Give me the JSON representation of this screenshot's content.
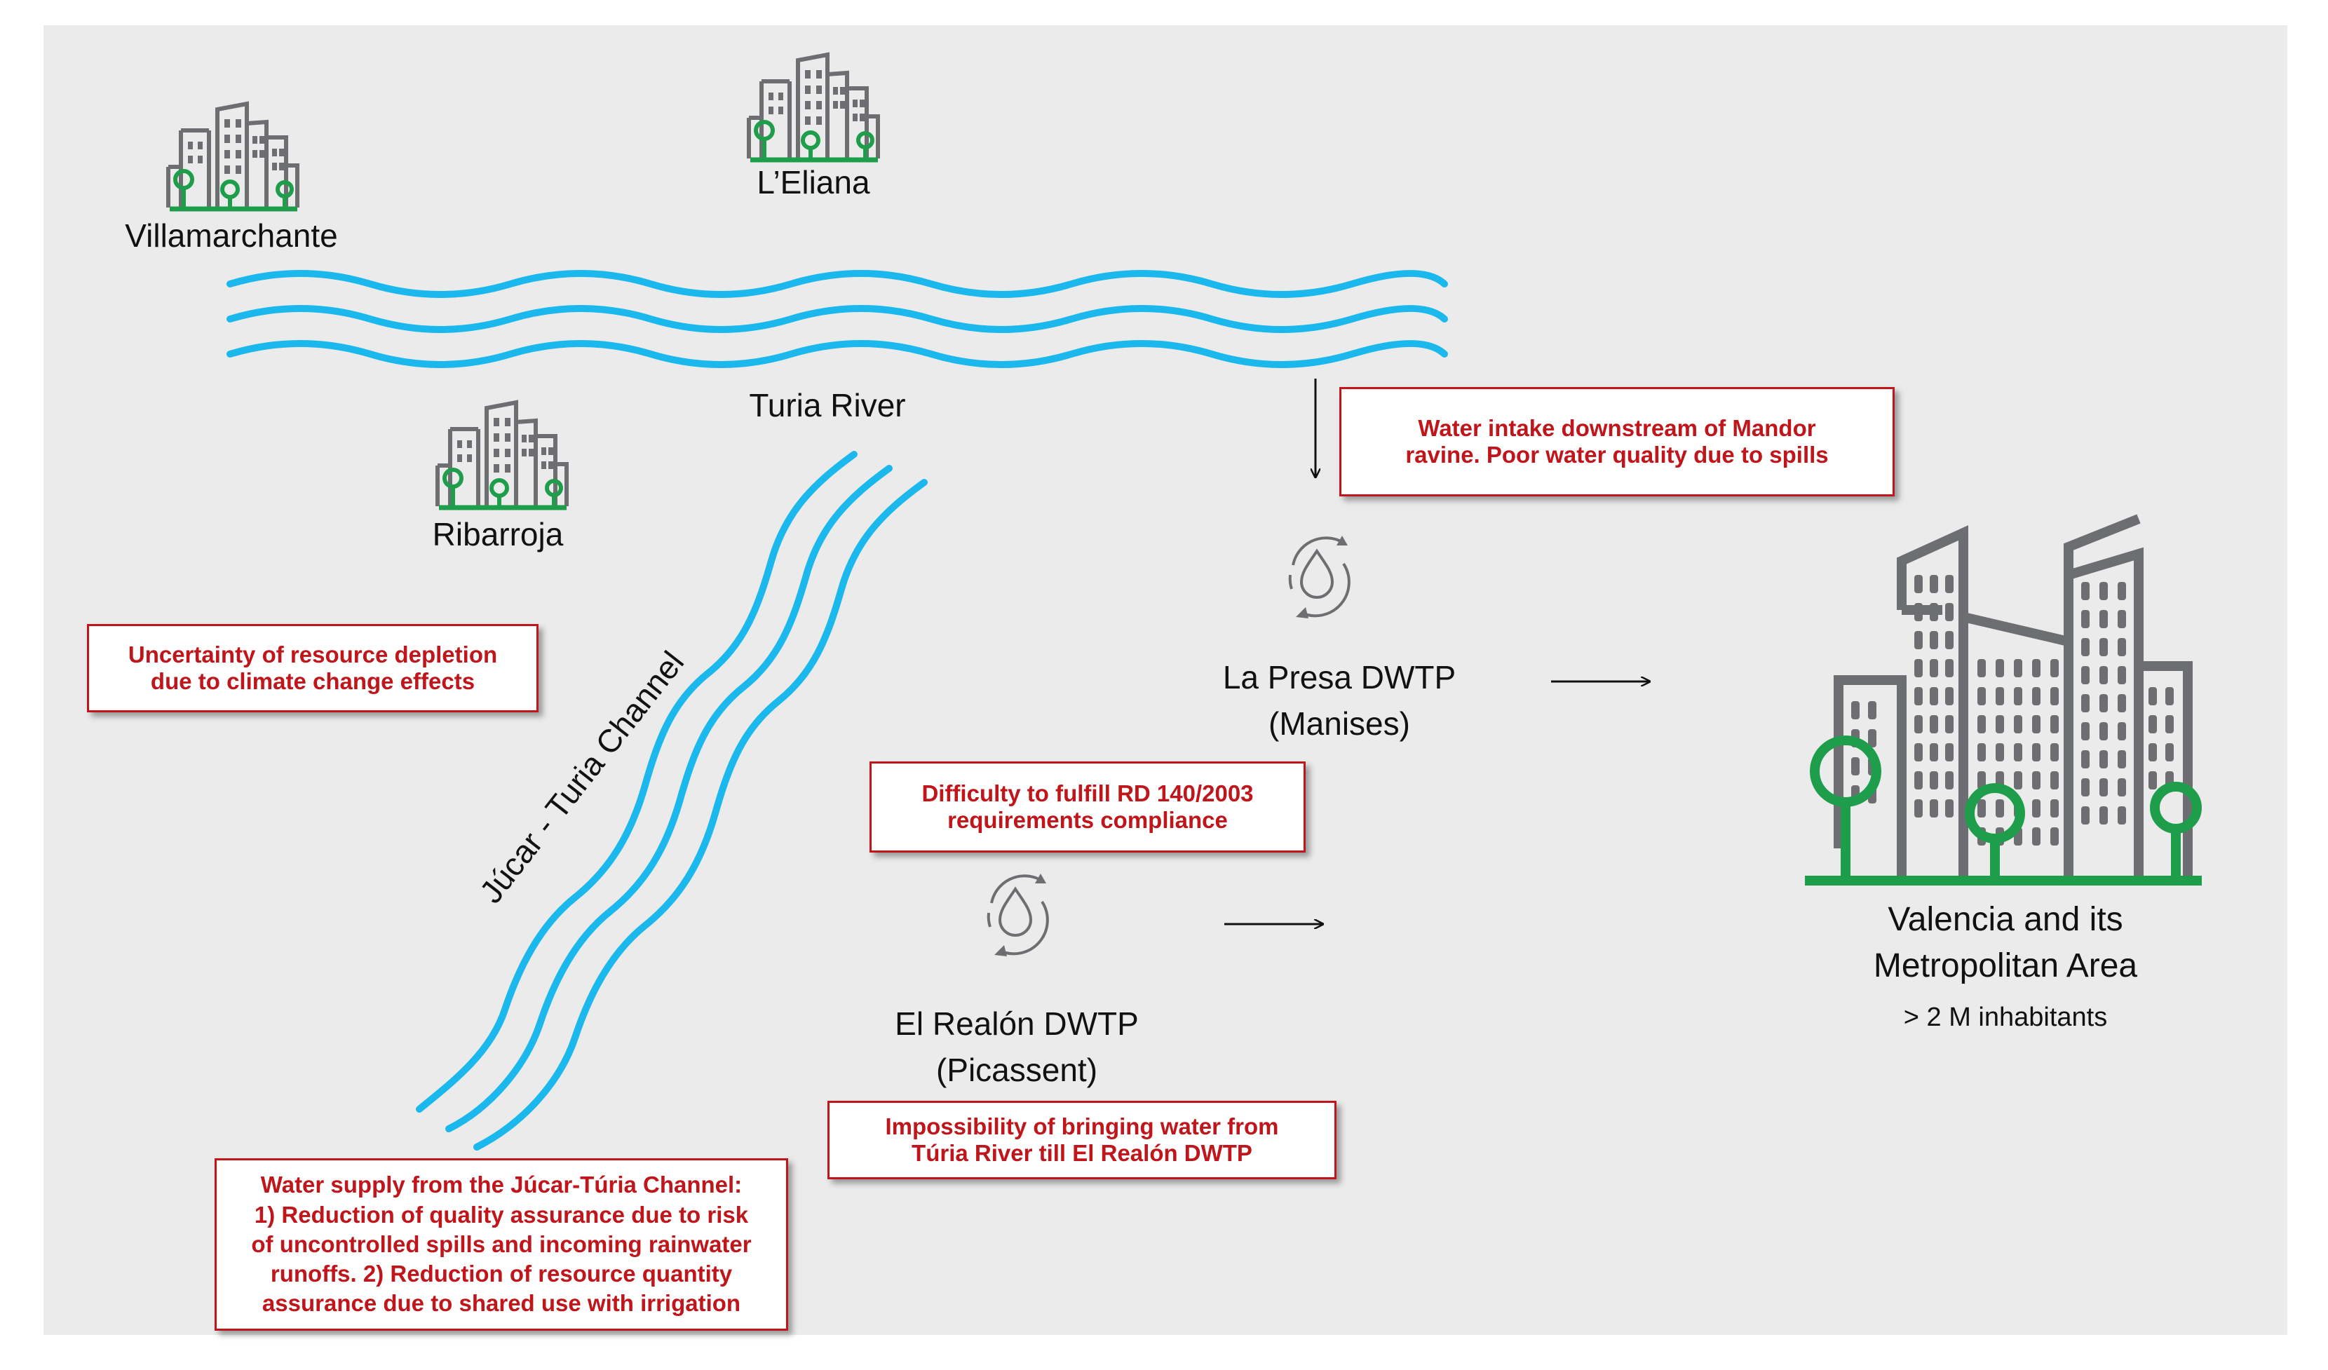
{
  "places": {
    "villamarchante": "Villamarchante",
    "leliana": "L’Eliana",
    "ribarroja": "Ribarroja",
    "valencia_line1": "Valencia and its",
    "valencia_line2": "Metropolitan Area",
    "valencia_population": "> 2 M inhabitants"
  },
  "water_bodies": {
    "turia_river": "Turia River",
    "jucar_turia_channel": "Júcar - Turia Channel"
  },
  "plants": {
    "la_presa_name": "La Presa DWTP",
    "la_presa_location": "(Manises)",
    "el_realon_name": "El Realón DWTP",
    "el_realon_location": "(Picassent)"
  },
  "issues": {
    "intake": "Water intake downstream of Mandor\nravine. Poor water quality due to spills",
    "climate": "Uncertainty of resource depletion\ndue to climate change effects",
    "rd_compliance": "Difficulty to fulfill RD 140/2003\nrequirements compliance",
    "impossibility": "Impossibility of bringing water from\nTúria River till El Realón DWTP",
    "channel_supply": "Water supply from the Júcar-Túria Channel:\n1) Reduction of quality assurance due to risk\nof uncontrolled spills and incoming rainwater\nrunoffs. 2) Reduction of resource quantity\nassurance due to shared use with irrigation"
  },
  "colors": {
    "water": "#1ab8ec",
    "building": "#6d6e71",
    "tree": "#1e9e4a",
    "issue_text": "#c0161b",
    "background": "#ebebeb"
  },
  "icons": [
    "city-icon",
    "water-cycle-icon",
    "arrow-right-icon",
    "arrow-down-icon"
  ]
}
